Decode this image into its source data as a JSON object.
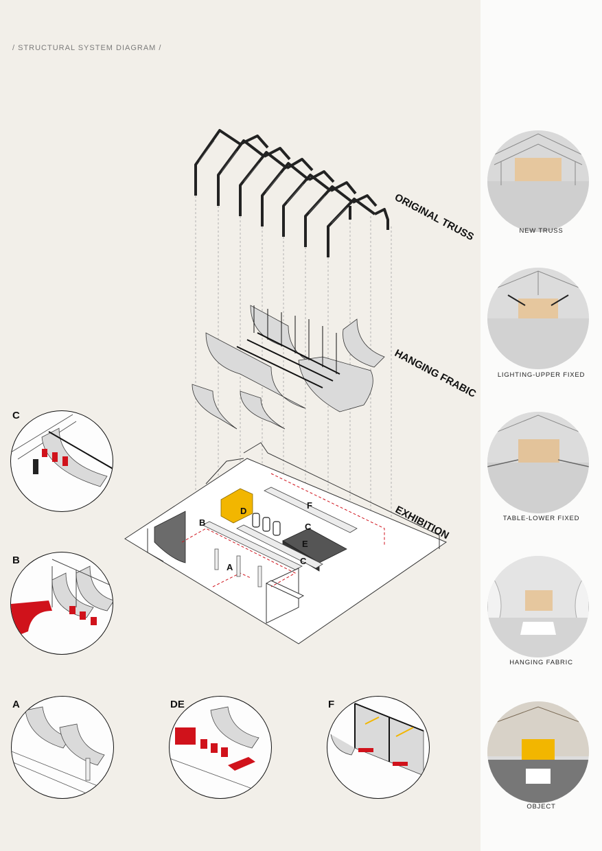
{
  "page_title": "/ STRUCTURAL SYSTEM DIAGRAM /",
  "layers": [
    {
      "label": "ORIGINAL TRUSS"
    },
    {
      "label": "HANGING FRABIC"
    },
    {
      "label": "EXHIBITION"
    }
  ],
  "zones": [
    "A",
    "B",
    "C",
    "C",
    "D",
    "E",
    "F"
  ],
  "details": [
    {
      "label": "C"
    },
    {
      "label": "B"
    },
    {
      "label": "A"
    },
    {
      "label": "DE"
    },
    {
      "label": "F"
    }
  ],
  "references": [
    {
      "caption": "NEW TRUSS"
    },
    {
      "caption": "LIGHTING-UPPER FIXED"
    },
    {
      "caption": "TABLE-LOWER FIXED"
    },
    {
      "caption": "HANGING FABRIC"
    },
    {
      "caption": "OBJECT"
    }
  ],
  "colors": {
    "background": "#f2efe9",
    "accent_red": "#d0121b",
    "accent_yellow": "#f2b600",
    "ink": "#111111",
    "fabric": "#d9d9d9"
  }
}
